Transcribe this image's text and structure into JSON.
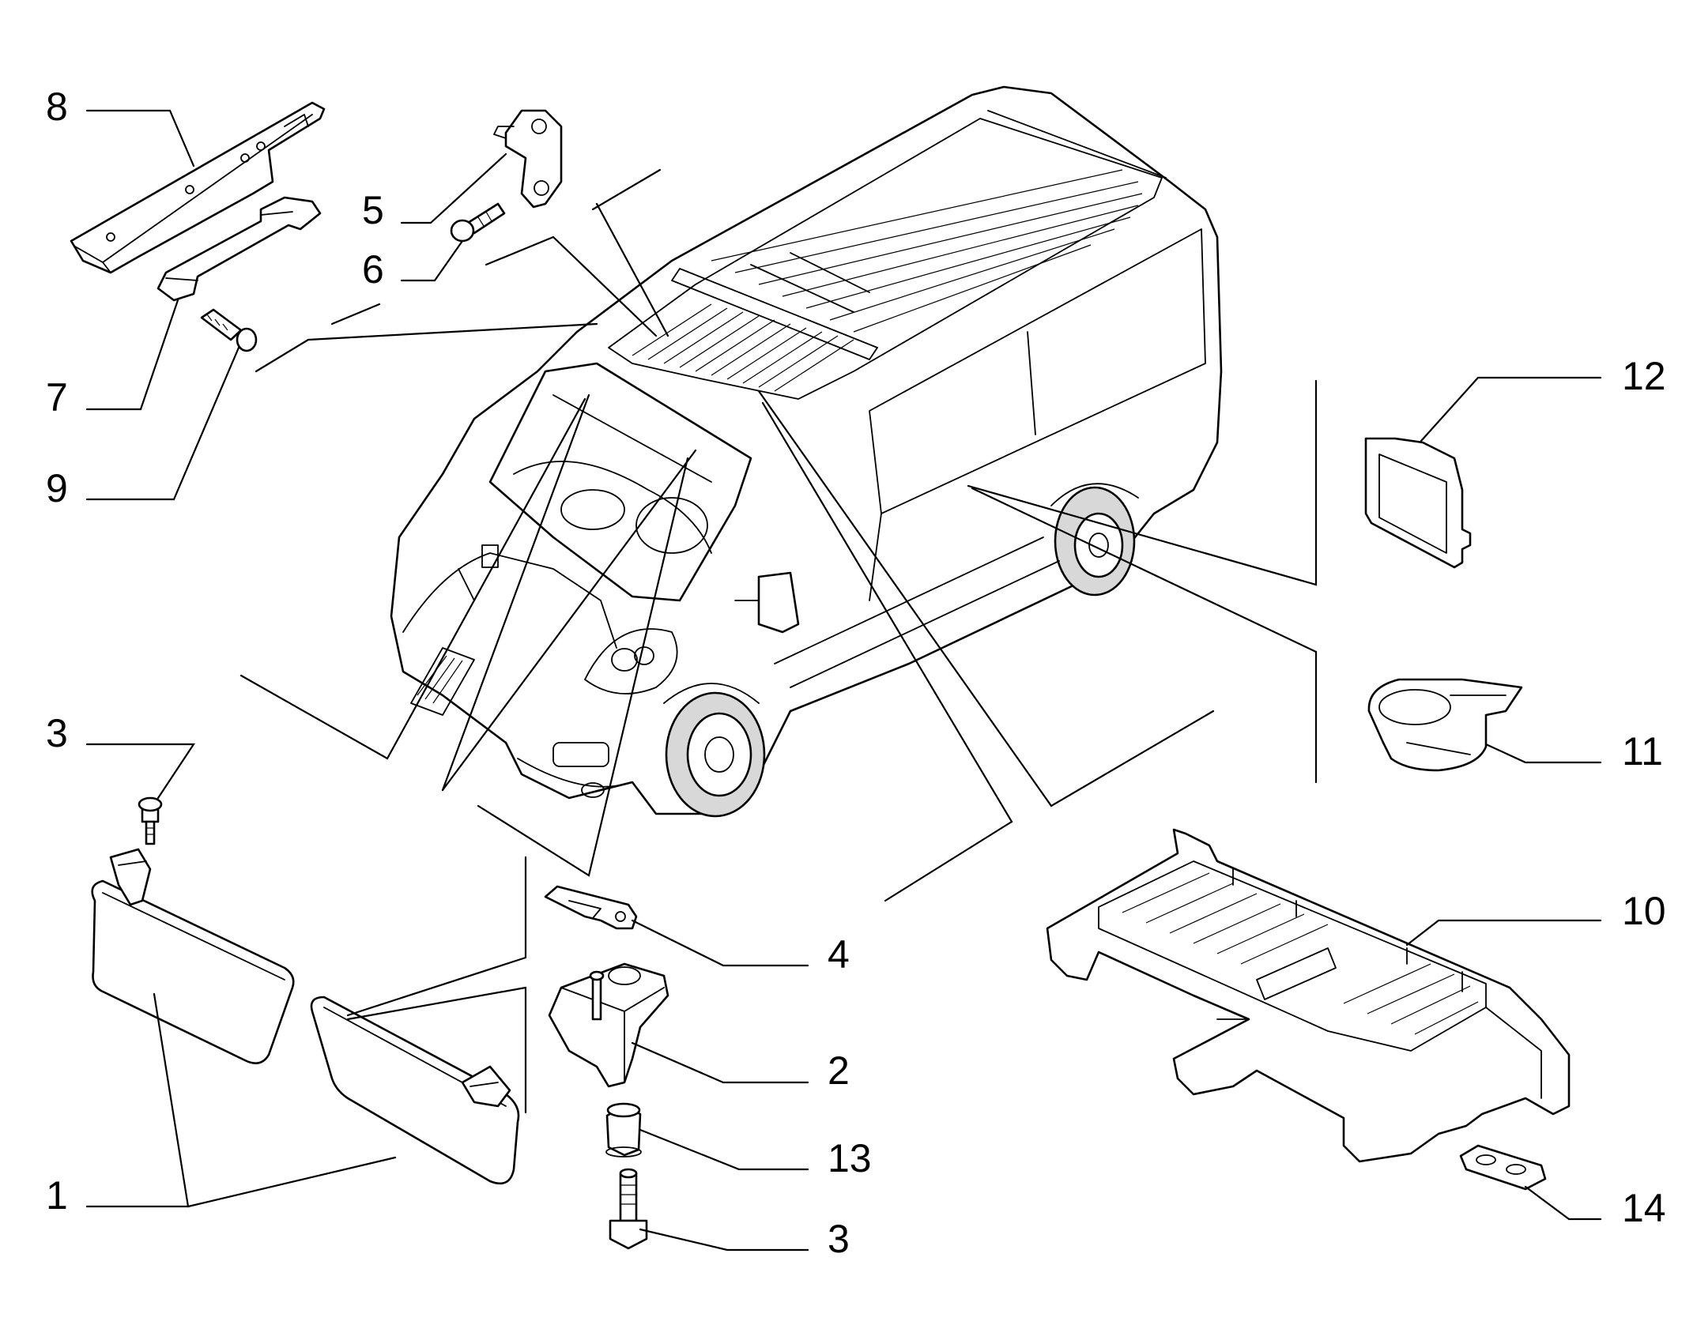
{
  "diagram": {
    "callouts": [
      {
        "id": "c8",
        "label": "8"
      },
      {
        "id": "c5",
        "label": "5"
      },
      {
        "id": "c6",
        "label": "6"
      },
      {
        "id": "c7",
        "label": "7"
      },
      {
        "id": "c9",
        "label": "9"
      },
      {
        "id": "c12",
        "label": "12"
      },
      {
        "id": "c11",
        "label": "11"
      },
      {
        "id": "c3a",
        "label": "3"
      },
      {
        "id": "c10",
        "label": "10"
      },
      {
        "id": "c4",
        "label": "4"
      },
      {
        "id": "c2",
        "label": "2"
      },
      {
        "id": "c13",
        "label": "13"
      },
      {
        "id": "c1",
        "label": "1"
      },
      {
        "id": "c3b",
        "label": "3"
      },
      {
        "id": "c14",
        "label": "14"
      }
    ]
  }
}
